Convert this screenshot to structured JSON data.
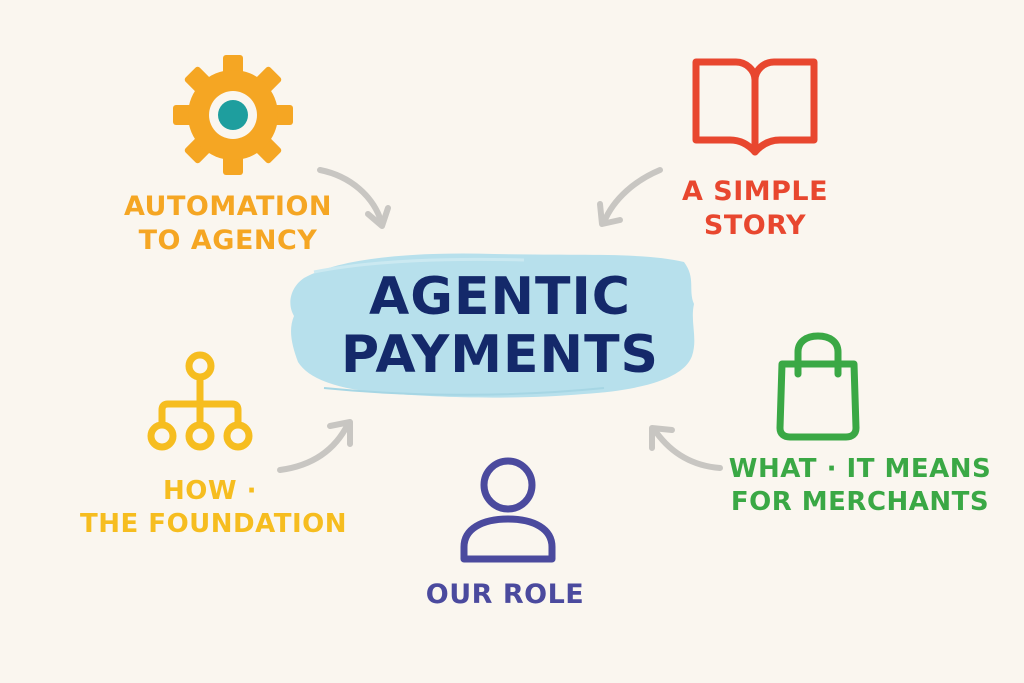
{
  "center": {
    "line1": "AGENTIC",
    "line2": "PAYMENTS",
    "text_color": "#14296a",
    "blob_color": "#b7e0ec"
  },
  "nodes": {
    "automation": {
      "icon": "gear-icon",
      "line1": "AUTOMATION",
      "line2": "TO AGENCY",
      "color": "#f5a623",
      "accent": "#1e9e9e"
    },
    "story": {
      "icon": "open-book-icon",
      "line1": "A SIMPLE",
      "line2": "STORY",
      "color": "#e8472f"
    },
    "how": {
      "icon": "hierarchy-icon",
      "line1": "HOW ·",
      "line2": "THE FOUNDATION",
      "color": "#f6bd1f"
    },
    "merchants": {
      "icon": "shopping-bag-icon",
      "line1": "WHAT · IT MEANS",
      "line2": "FOR MERCHANTS",
      "color": "#3aa845"
    },
    "role": {
      "icon": "user-icon",
      "line1": "OUR ROLE",
      "color": "#4b4a9e"
    }
  },
  "arrow_color": "#c8c6c2",
  "background": "#faf6ef"
}
